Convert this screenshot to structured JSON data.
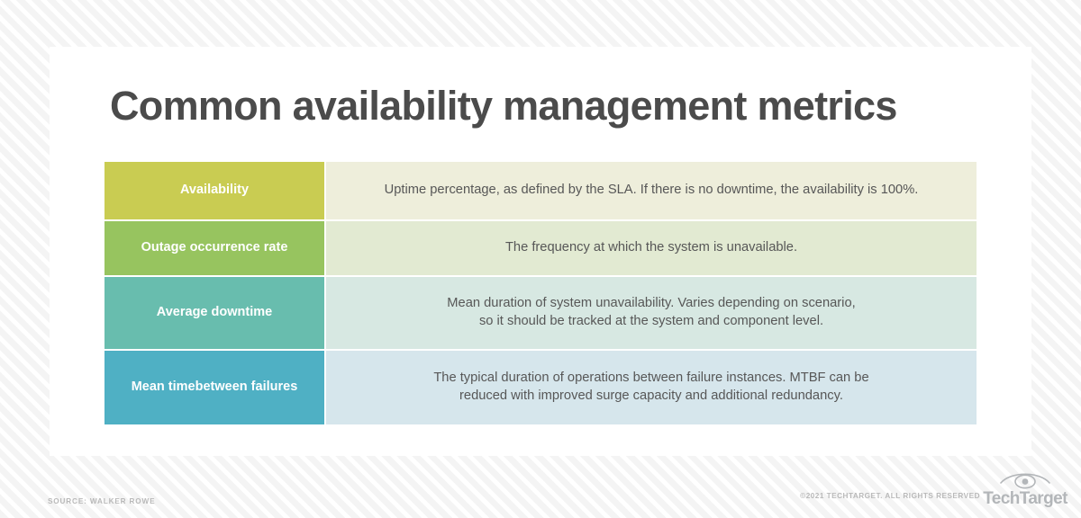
{
  "title": "Common availability management metrics",
  "table": {
    "rows": [
      {
        "label": "Availability",
        "label_color": "#c9cc52",
        "desc_color": "#eeeedb",
        "desc_lines": [
          "Uptime percentage, as defined by the SLA. If there is no downtime, the availability is 100%."
        ]
      },
      {
        "label": "Outage occurrence rate",
        "label_color": "#97c45f",
        "desc_color": "#e2ead2",
        "desc_lines": [
          "The frequency at which the system is unavailable."
        ]
      },
      {
        "label": "Average downtime",
        "label_color": "#68bdae",
        "desc_color": "#d7e8e2",
        "desc_lines": [
          "Mean duration of system unavailability. Varies depending on scenario,",
          "so it should be tracked at the system and component level."
        ]
      },
      {
        "label": "Mean time\nbetween failures",
        "label_color": "#4fb0c4",
        "desc_color": "#d6e6ec",
        "desc_lines": [
          "The typical duration of operations between failure instances. MTBF can be",
          "reduced with improved surge capacity and additional redundancy."
        ]
      }
    ]
  },
  "footer": {
    "source": "SOURCE: WALKER ROWE",
    "copyright": "©2021 TECHTARGET. ALL RIGHTS RESERVED",
    "brand": "TechTarget",
    "logo_color": "#b3b6b9"
  }
}
